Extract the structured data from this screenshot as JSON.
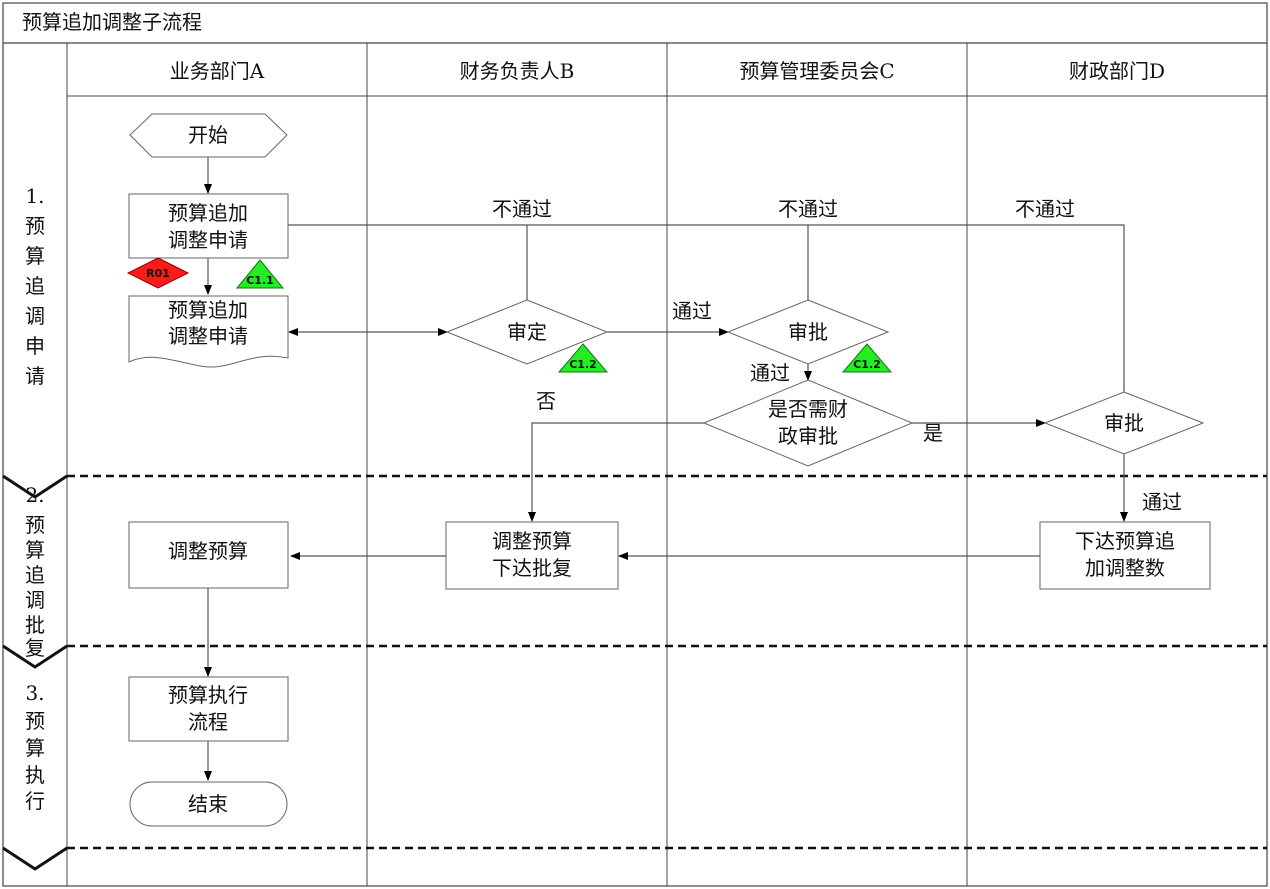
{
  "title": "预算追加调整子流程",
  "columns": [
    "业务部门A",
    "财务负责人B",
    "预算管理委员会C",
    "财政部门D"
  ],
  "phases": [
    {
      "num": "1.",
      "chars": [
        "预",
        "算",
        "追",
        "调",
        "申",
        "请"
      ]
    },
    {
      "num": "2.",
      "chars": [
        "预",
        "算",
        "追",
        "调",
        "批",
        "复"
      ]
    },
    {
      "num": "3.",
      "chars": [
        "预",
        "算",
        "执",
        "行"
      ]
    }
  ],
  "nodes": {
    "start": "开始",
    "apply_box": [
      "预算追加",
      "调整申请"
    ],
    "apply_doc": [
      "预算追加",
      "调整申请"
    ],
    "review_b": "审定",
    "approve_c": "审批",
    "need_fin": [
      "是否需财",
      "政审批"
    ],
    "approve_d": "审批",
    "adjust_a": "调整预算",
    "adjust_b": [
      "调整预算",
      "下达批复"
    ],
    "issue_d": [
      "下达预算追",
      "加调整数"
    ],
    "exec": [
      "预算执行",
      "流程"
    ],
    "end": "结束"
  },
  "edge_labels": {
    "reject_b": "不通过",
    "reject_c": "不通过",
    "reject_d": "不通过",
    "pass_b": "通过",
    "pass_c": "通过",
    "no": "否",
    "yes": "是",
    "pass_d": "通过"
  },
  "tags": {
    "risk": "R01",
    "control_1": "C1.1",
    "control_2": "C1.2",
    "control_3": "C1.2"
  },
  "colors": {
    "risk": "#ff1a1a",
    "control": "#22ee22",
    "line": "#555555"
  }
}
